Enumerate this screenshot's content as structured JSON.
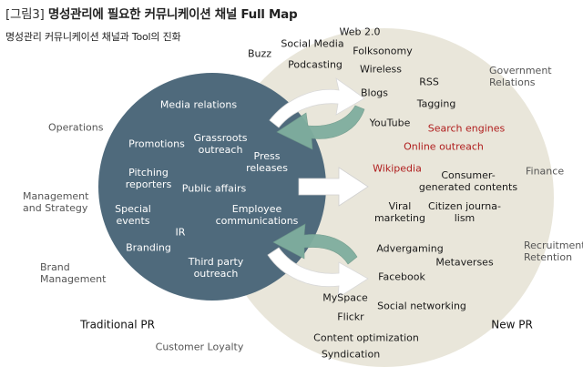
{
  "header": {
    "bracket_label": "[그림3]",
    "title": "명성관리에 필요한 커뮤니케이션 채널 Full Map",
    "subtitle": "명성관리 커뮤니케이션 채널과 Tool의 진화"
  },
  "traditional": {
    "label": "Traditional PR",
    "items": {
      "media_relations": "Media relations",
      "grassroots": "Grassroots\noutreach",
      "promotions": "Promotions",
      "press_releases": "Press\nreleases",
      "pitching_reporters": "Pitching\nreporters",
      "public_affairs": "Public affairs",
      "special_events": "Special\nevents",
      "employee_comms": "Employee\ncommunications",
      "ir": "IR",
      "branding": "Branding",
      "third_party": "Third party\noutreach"
    }
  },
  "new_pr": {
    "label": "New PR",
    "items": {
      "web20": "Web 2.0",
      "buzz": "Buzz",
      "social_media": "Social Media",
      "folksonomy": "Folksonomy",
      "podcasting": "Podcasting",
      "wireless": "Wireless",
      "rss": "RSS",
      "blogs": "Blogs",
      "tagging": "Tagging",
      "youtube": "YouTube",
      "search_engines": "Search engines",
      "online_outreach": "Online outreach",
      "wikipedia": "Wikipedia",
      "consumer_generated": "Consumer-\ngenerated contents",
      "viral_marketing": "Viral\nmarketing",
      "citizen_journalism": "Citizen journa-\nlism",
      "advergaming": "Advergaming",
      "metaverses": "Metaverses",
      "facebook": "Facebook",
      "myspace": "MySpace",
      "social_networking": "Social networking",
      "flickr": "Flickr",
      "content_optimization": "Content optimization",
      "syndication": "Syndication"
    }
  },
  "outer": {
    "operations": "Operations",
    "management_strategy": "Management\nand Strategy",
    "brand_management": "Brand\nManagement",
    "customer_loyalty": "Customer Loyalty",
    "government_relations": "Government\nRelations",
    "finance": "Finance",
    "recruitment_retention": "Recruitment,\nRetention"
  },
  "colors": {
    "traditional_fill": "#4f6a7c",
    "new_fill": "#e9e6da",
    "arrow_white": "#ffffff",
    "arrow_teal": "#7fae9e",
    "highlight_red": "#b01e1e"
  }
}
